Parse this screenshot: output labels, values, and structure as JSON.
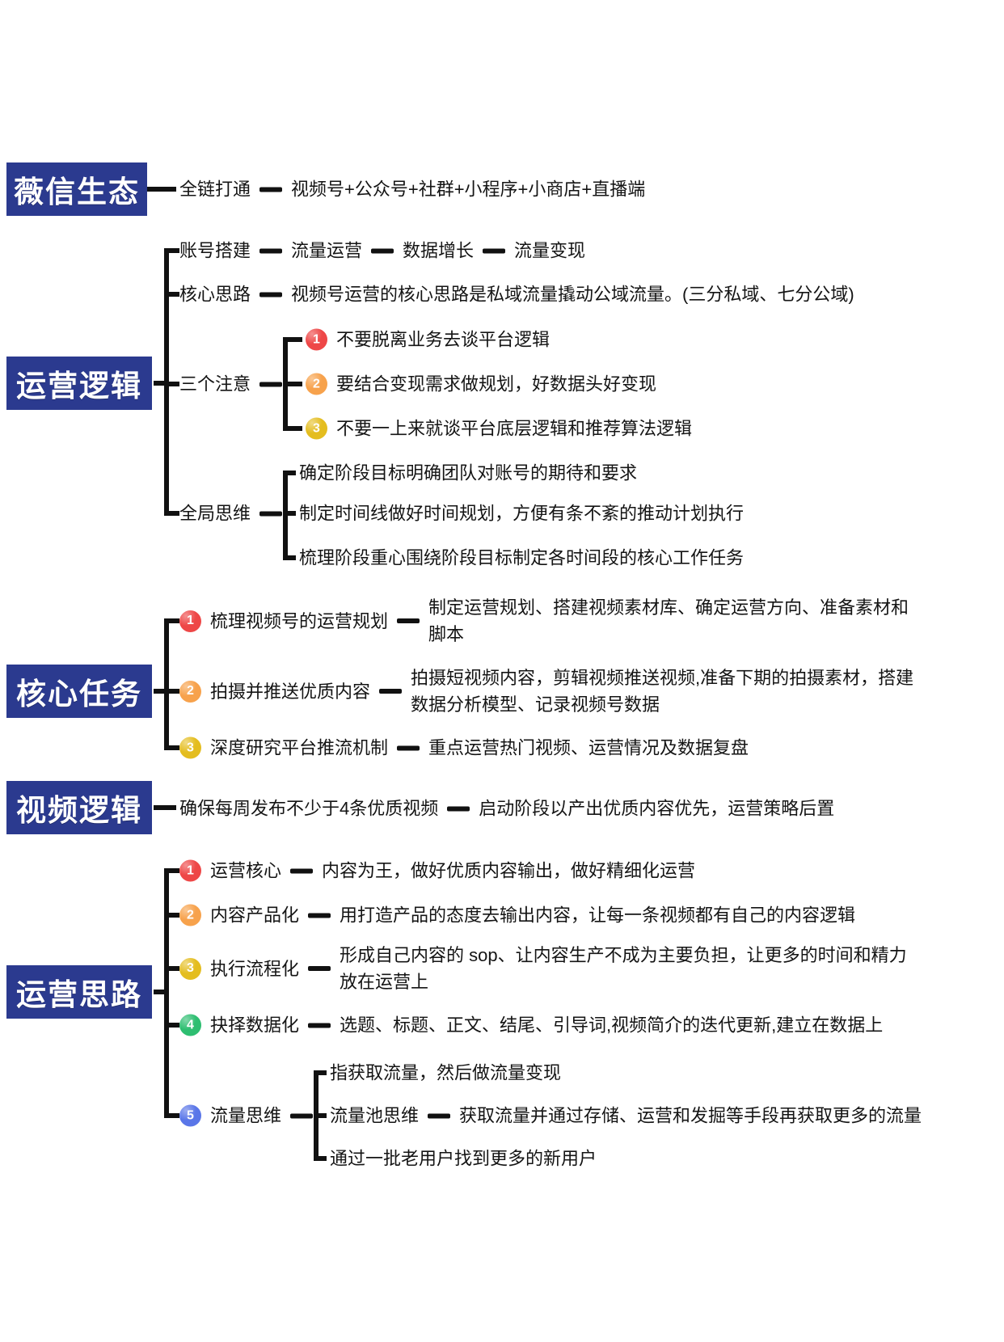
{
  "colors": {
    "topic_bg": "#2b3a8f",
    "line": "#111111",
    "badge_red": "#ee4747",
    "badge_orange": "#f7a24c",
    "badge_yellow": "#e4bd1f",
    "badge_green": "#2ebe71",
    "badge_blue": "#5a76e8"
  },
  "wechat_eco": {
    "title": "薇信生态",
    "node": "全链打通",
    "desc": "视频号+公众号+社群+小程序+小商店+直播端"
  },
  "op_logic": {
    "title": "运营逻辑",
    "chain": {
      "label": "账号搭建",
      "step1": "流量运营",
      "step2": "数据增长",
      "step3": "流量变现"
    },
    "core": {
      "label": "核心思路",
      "desc": "视频号运营的核心思路是私域流量撬动公域流量。(三分私域、七分公域)"
    },
    "attention": {
      "label": "三个注意",
      "items": [
        {
          "num": "1",
          "text": "不要脱离业务去谈平台逻辑"
        },
        {
          "num": "2",
          "text": "要结合变现需求做规划，好数据头好变现"
        },
        {
          "num": "3",
          "text": "不要一上来就谈平台底层逻辑和推荐算法逻辑"
        }
      ]
    },
    "global": {
      "label": "全局思维",
      "items": [
        {
          "text": "确定阶段目标明确团队对账号的期待和要求"
        },
        {
          "text": "制定时间线做好时间规划，方便有条不紊的推动计划执行"
        },
        {
          "text": "梳理阶段重心围绕阶段目标制定各时间段的核心工作任务"
        }
      ]
    }
  },
  "core_tasks": {
    "title": "核心任务",
    "items": [
      {
        "num": "1",
        "label": "梳理视频号的运营规划",
        "desc": "制定运营规划、搭建视频素材库、确定运营方向、准备素材和脚本"
      },
      {
        "num": "2",
        "label": "拍摄并推送优质内容",
        "desc": "拍摄短视频内容，剪辑视频推送视频,准备下期的拍摄素材，搭建数据分析模型、记录视频号数据"
      },
      {
        "num": "3",
        "label": "深度研究平台推流机制",
        "desc": "重点运营热门视频、运营情况及数据复盘"
      }
    ]
  },
  "video_logic": {
    "title": "视频逻辑",
    "node": "确保每周发布不少于4条优质视频",
    "desc": "启动阶段以产出优质内容优先，运营策略后置"
  },
  "op_thinking": {
    "title": "运营思路",
    "items": [
      {
        "num": "1",
        "label": "运营核心",
        "desc": "内容为王，做好优质内容输出，做好精细化运营"
      },
      {
        "num": "2",
        "label": "内容产品化",
        "desc": "用打造产品的态度去输出内容，让每一条视频都有自己的内容逻辑"
      },
      {
        "num": "3",
        "label": "执行流程化",
        "desc": "形成自己内容的 sop、让内容生产不成为主要负担，让更多的时间和精力放在运营上"
      },
      {
        "num": "4",
        "label": "抉择数据化",
        "desc": "选题、标题、正文、结尾、引导词,视频简介的迭代更新,建立在数据上"
      },
      {
        "num": "5",
        "label": "流量思维"
      }
    ],
    "traffic_sub": {
      "item1": "指获取流量，然后做流量变现",
      "item2_label": "流量池思维",
      "item2_desc": "获取流量并通过存储、运营和发掘等手段再获取更多的流量",
      "item3": "通过一批老用户找到更多的新用户"
    }
  }
}
